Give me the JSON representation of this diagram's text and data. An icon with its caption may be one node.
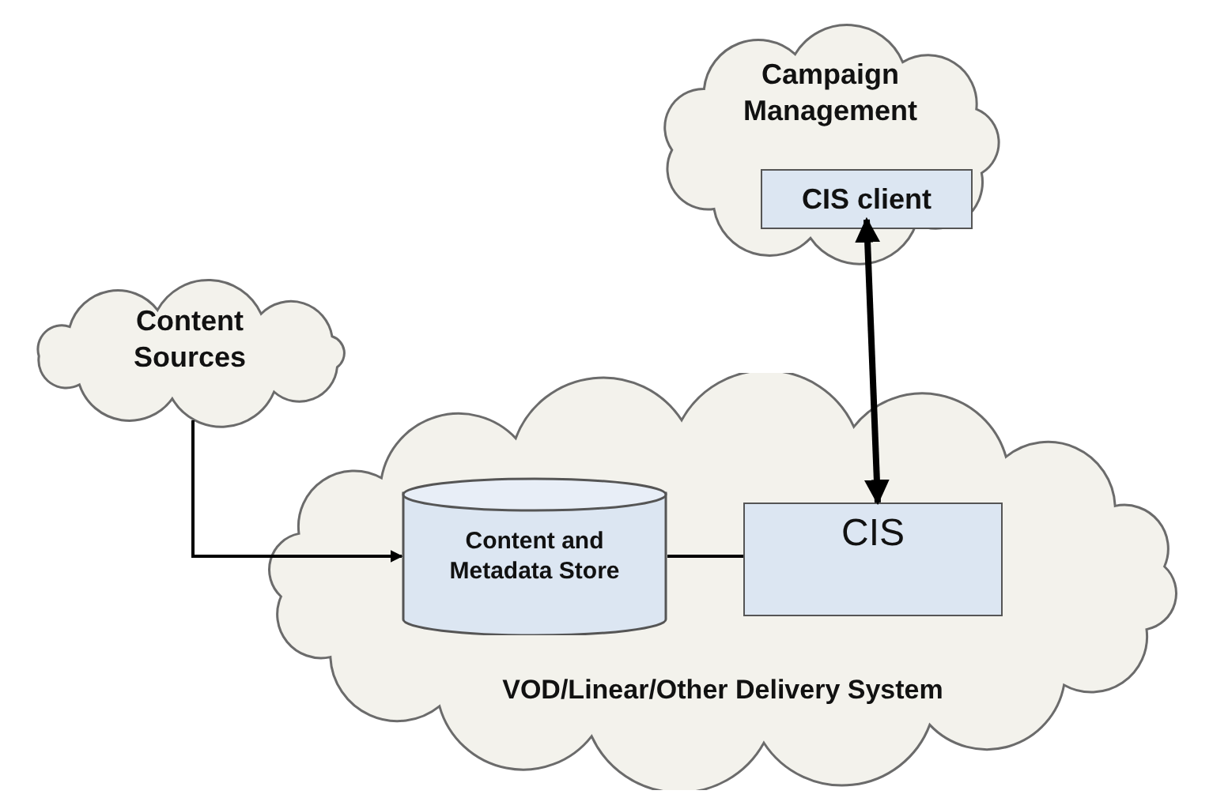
{
  "diagram": {
    "nodes": [
      {
        "text": [
          "Content Sources"
        ]
      },
      {
        "text": [
          "Campaign Management"
        ]
      },
      {
        "text": [
          "CIS client"
        ],
        "in": 1
      },
      {
        "text": [
          "VOD/Linear/Other Delivery System"
        ]
      },
      {
        "text": [
          "Content and Metadata Store"
        ],
        "in": 3
      },
      {
        "text": [
          "CIS"
        ],
        "in": 3
      }
    ],
    "edges": [
      {
        "from": 0,
        "to": 4,
        "arrow": "to"
      },
      {
        "from": 2,
        "to": 5,
        "arrow": "both",
        "style": "thick"
      },
      {
        "from": 4,
        "to": 5,
        "arrow": "none"
      }
    ]
  }
}
